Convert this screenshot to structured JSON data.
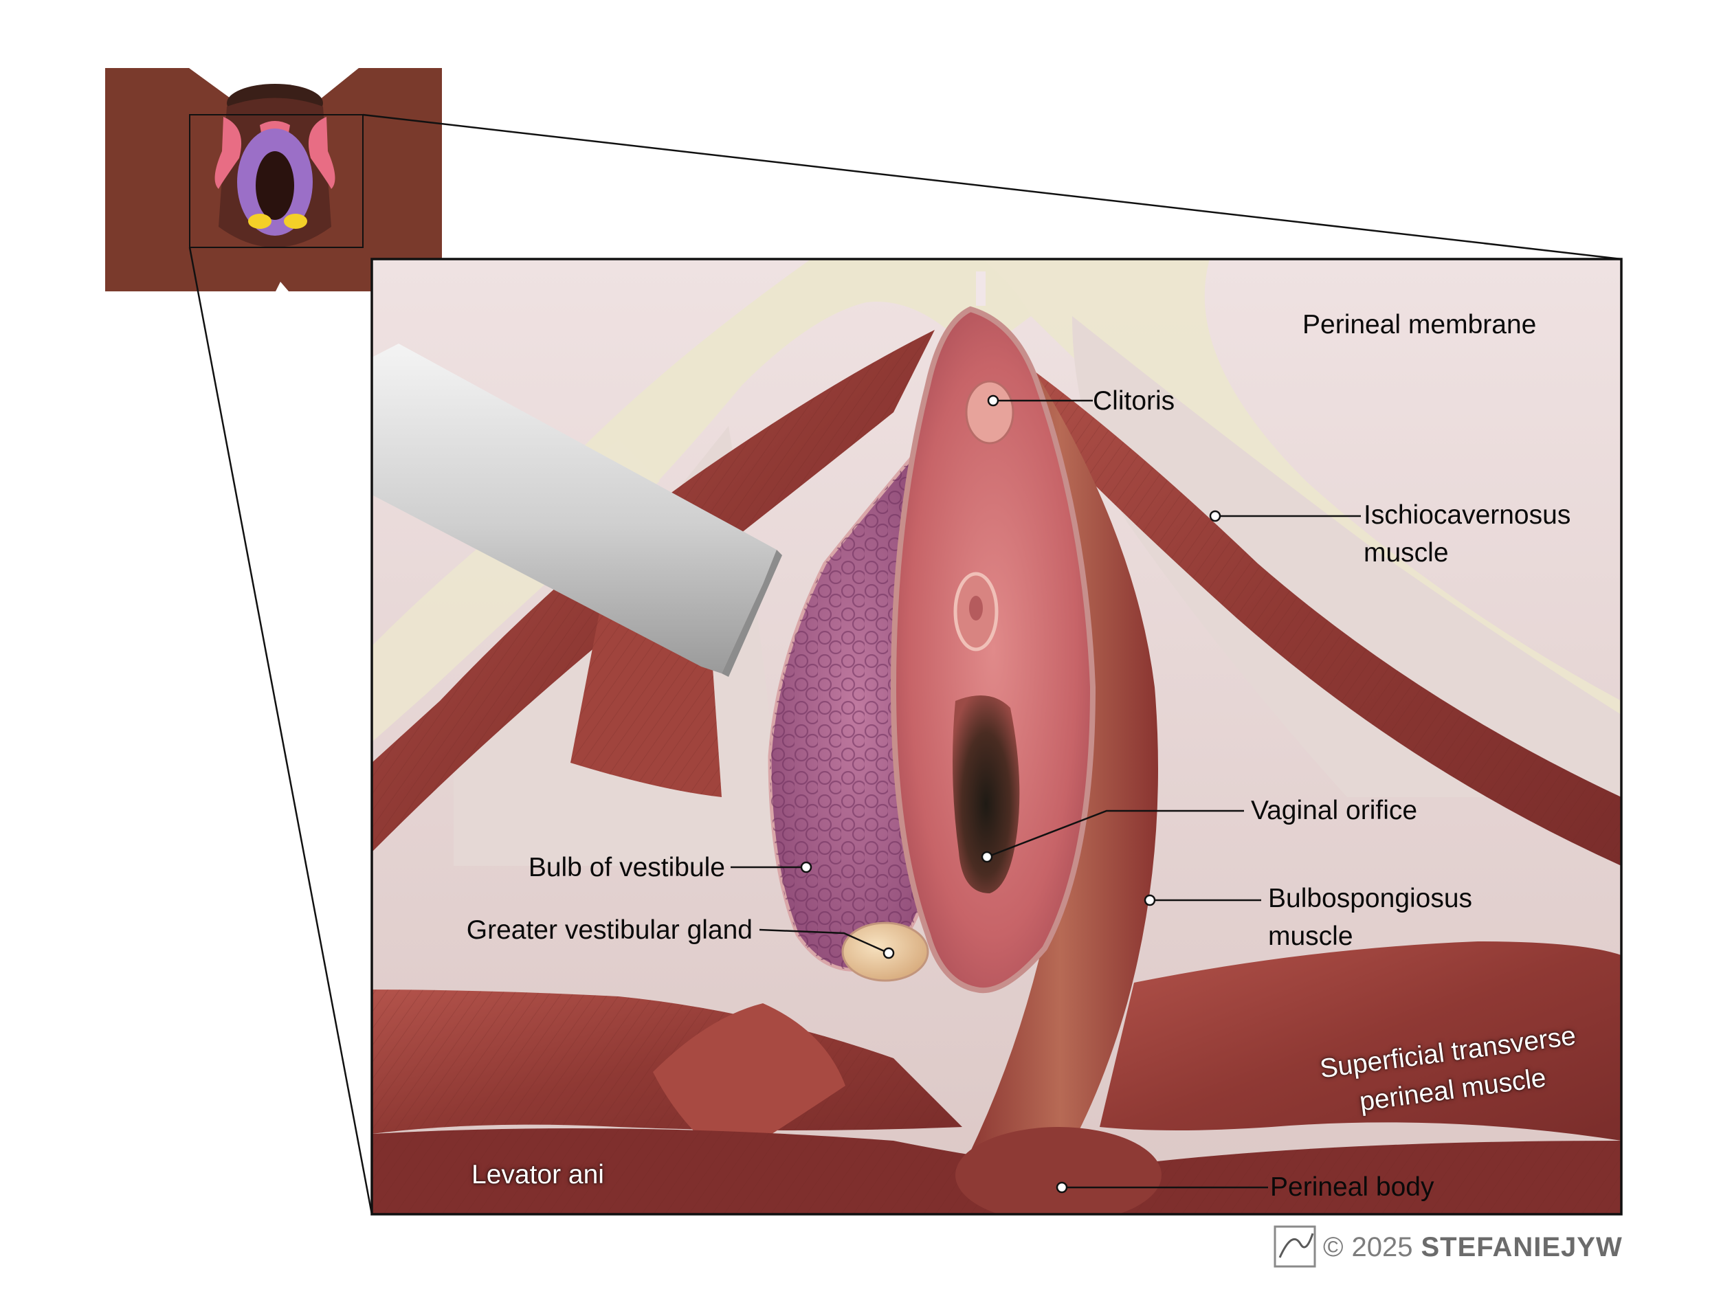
{
  "labels": {
    "perineal_membrane": "Perineal membrane",
    "clitoris": "Clitoris",
    "ischiocavernosus": "Ischiocavernosus\nmuscle",
    "vaginal_orifice": "Vaginal orifice",
    "bulb_of_vestibule": "Bulb of vestibule",
    "greater_vestibular_gland": "Greater vestibular gland",
    "bulbospongiosus": "Bulbospongiosus\nmuscle",
    "superficial_transverse": "Superficial transverse\nperineal muscle",
    "levator_ani": "Levator ani",
    "perineal_body": "Perineal body"
  },
  "watermark": {
    "copyright_symbol": "©",
    "year": "2025",
    "brand": "STEFANIEJYW"
  },
  "colors": {
    "inset_background": "#7a3a2c",
    "muscle": "#9b3e38",
    "membrane": "#e6d9d6",
    "fascia": "#ece6cf",
    "vestibule": "#cf6f74",
    "bulb": "#a25d87",
    "gland": "#e9c7a0",
    "inset_bulb": "#9b6fc7",
    "inset_ischio": "#e86d84",
    "inset_gland": "#f4d028"
  }
}
